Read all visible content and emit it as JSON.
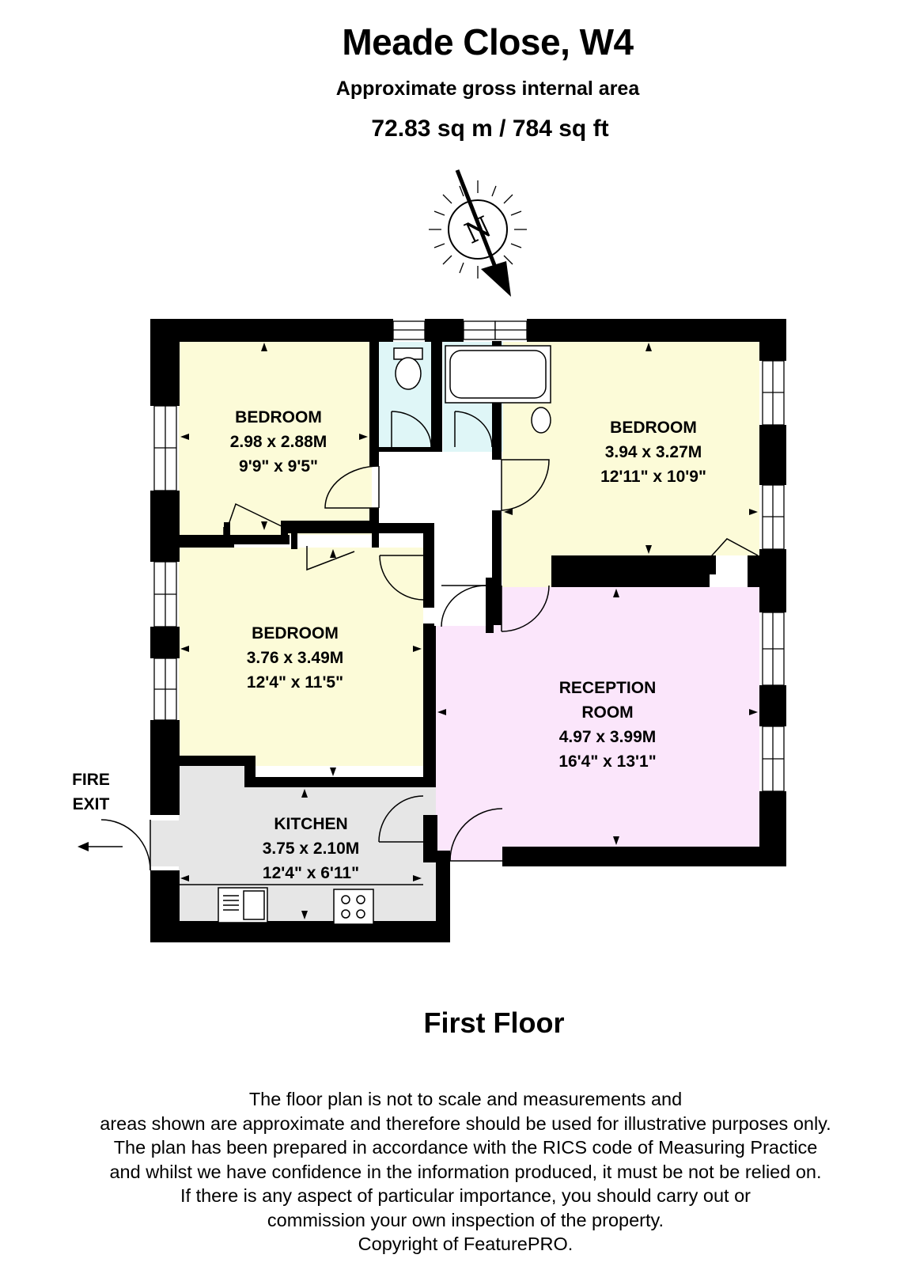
{
  "header": {
    "title": "Meade Close, W4",
    "subtitle": "Approximate gross internal area",
    "area": "72.83 sq m /  784 sq ft"
  },
  "compass": {
    "letter": "N"
  },
  "rooms": [
    {
      "id": "bedroom-1",
      "name": "BEDROOM",
      "dim_m": "2.98 x 2.88M",
      "dim_ft": "9'9\" x 9'5\"",
      "color": "#fcfbd8"
    },
    {
      "id": "bedroom-2",
      "name": "BEDROOM",
      "dim_m": "3.94 x 3.27M",
      "dim_ft": "12'11\" x 10'9\"",
      "color": "#fcfbd8"
    },
    {
      "id": "bedroom-3",
      "name": "BEDROOM",
      "dim_m": "3.76 x 3.49M",
      "dim_ft": "12'4\" x 11'5\"",
      "color": "#fcfbd8"
    },
    {
      "id": "reception",
      "name_line1": "RECEPTION",
      "name_line2": "ROOM",
      "dim_m": "4.97 x 3.99M",
      "dim_ft": "16'4\" x 13'1\"",
      "color": "#fbe6fb"
    },
    {
      "id": "kitchen",
      "name": "KITCHEN",
      "dim_m": "3.75 x 2.10M",
      "dim_ft": "12'4\" x 6'11\"",
      "color": "#e6e6e6"
    }
  ],
  "bathroom_color": "#dff6f7",
  "fire_exit": {
    "line1": "FIRE",
    "line2": "EXIT"
  },
  "floor": "First Floor",
  "disclaimer": [
    "The floor plan is not to scale and measurements and",
    "areas shown are approximate and therefore should be used for illustrative purposes only.",
    "The plan has been prepared in accordance with the RICS code of Measuring Practice",
    "and whilst we have confidence in the information produced, it must be not be relied on.",
    "If there is any aspect of particular importance, you should carry out or",
    "commission your own inspection of the property.",
    "Copyright of FeaturePRO."
  ]
}
